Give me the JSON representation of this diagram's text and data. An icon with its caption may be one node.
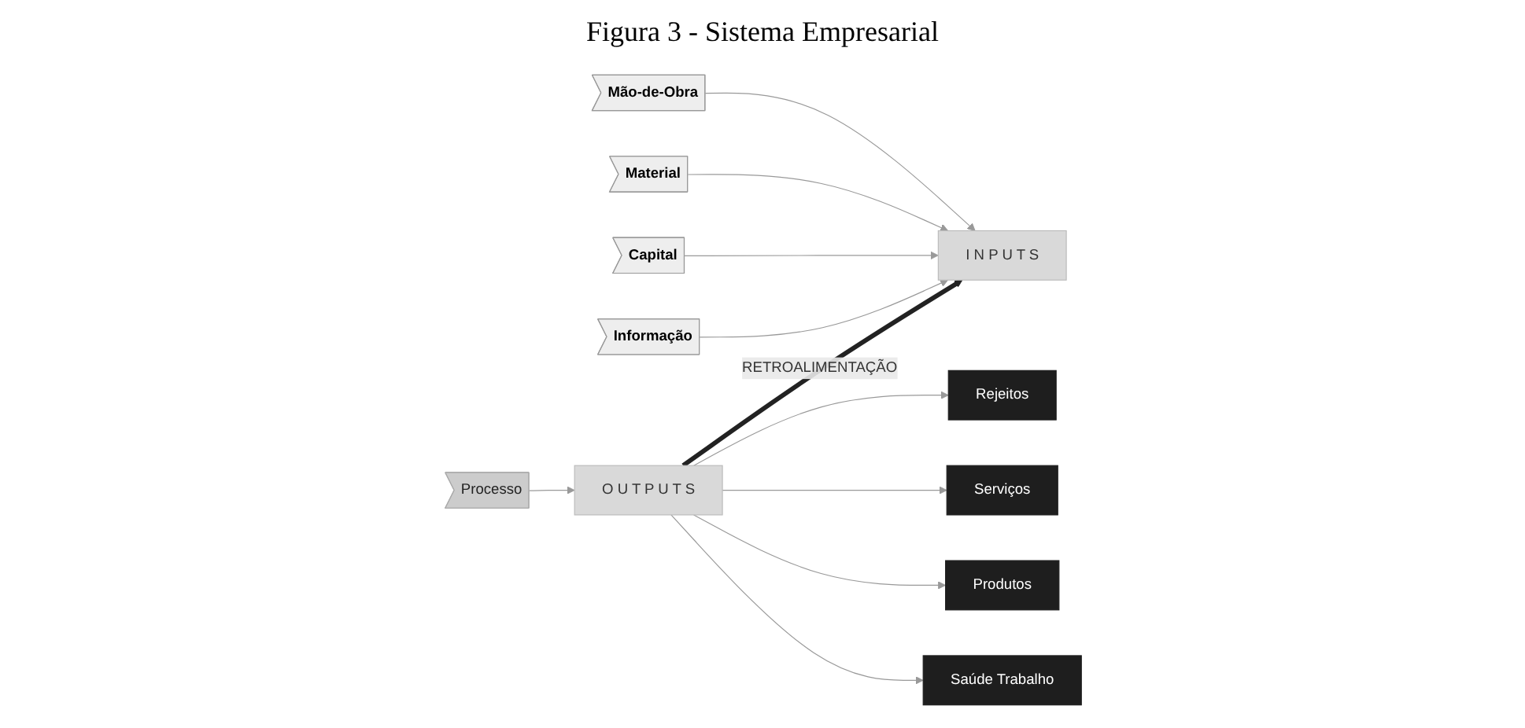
{
  "diagram": {
    "title": "Figura 3 - Sistema Empresarial",
    "nodes": [
      {
        "text": [
          "Mão-de-Obra"
        ]
      },
      {
        "text": [
          "Material"
        ]
      },
      {
        "text": [
          "Capital"
        ]
      },
      {
        "text": [
          "Informação"
        ]
      },
      {
        "text": [
          "I N P U T S"
        ]
      },
      {
        "text": [
          "Processo"
        ]
      },
      {
        "text": [
          "O U T P U T S"
        ]
      },
      {
        "text": [
          "Saúde Trabalho"
        ]
      },
      {
        "text": [
          "Produtos"
        ]
      },
      {
        "text": [
          "Serviços"
        ]
      },
      {
        "text": [
          "Rejeitos"
        ]
      }
    ],
    "edges": [
      {
        "from": 0,
        "to": 4,
        "arrow": "to"
      },
      {
        "from": 1,
        "to": 4,
        "arrow": "to"
      },
      {
        "from": 2,
        "to": 4,
        "arrow": "to"
      },
      {
        "from": 3,
        "to": 4,
        "arrow": "to"
      },
      {
        "from": 5,
        "to": 6,
        "arrow": "to"
      },
      {
        "from": 6,
        "to": 7,
        "arrow": "to"
      },
      {
        "from": 6,
        "to": 8,
        "arrow": "to"
      },
      {
        "from": 6,
        "to": 9,
        "arrow": "to"
      },
      {
        "from": 6,
        "to": 10,
        "arrow": "to"
      },
      {
        "from": 6,
        "to": 4,
        "arrow": "to",
        "label": "RETROALIMENTAÇÃO",
        "style": "thick",
        "color": "#222222"
      }
    ]
  }
}
